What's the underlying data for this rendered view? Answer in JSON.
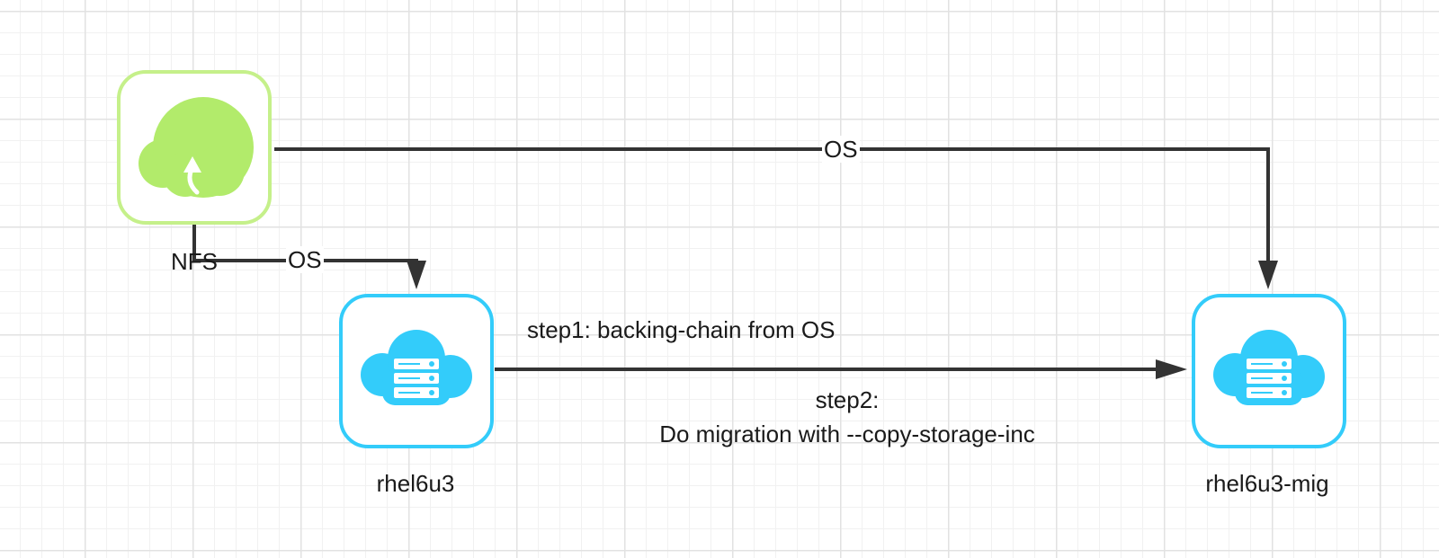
{
  "nodes": {
    "nfs": {
      "label": "NFS",
      "icon": "cloud-upload-icon",
      "border_color": "#c5f08a",
      "fill_color": "#b2eb6b"
    },
    "rhel6u3": {
      "label": "rhel6u3",
      "icon": "cloud-server-icon",
      "border_color": "#33ccfa",
      "fill_color": "#33ccfa"
    },
    "rhel6u3_mig": {
      "label": "rhel6u3-mig",
      "icon": "cloud-server-icon",
      "border_color": "#33ccfa",
      "fill_color": "#33ccfa"
    }
  },
  "edges": {
    "nfs_to_mig": {
      "label": "OS"
    },
    "nfs_to_rhel": {
      "label": "OS"
    },
    "rhel_to_mig": {
      "label_top": "step1: backing-chain from OS",
      "label_bottom_line1": "step2:",
      "label_bottom_line2": "Do migration with --copy-storage-inc"
    }
  },
  "colors": {
    "edge": "#333333"
  }
}
